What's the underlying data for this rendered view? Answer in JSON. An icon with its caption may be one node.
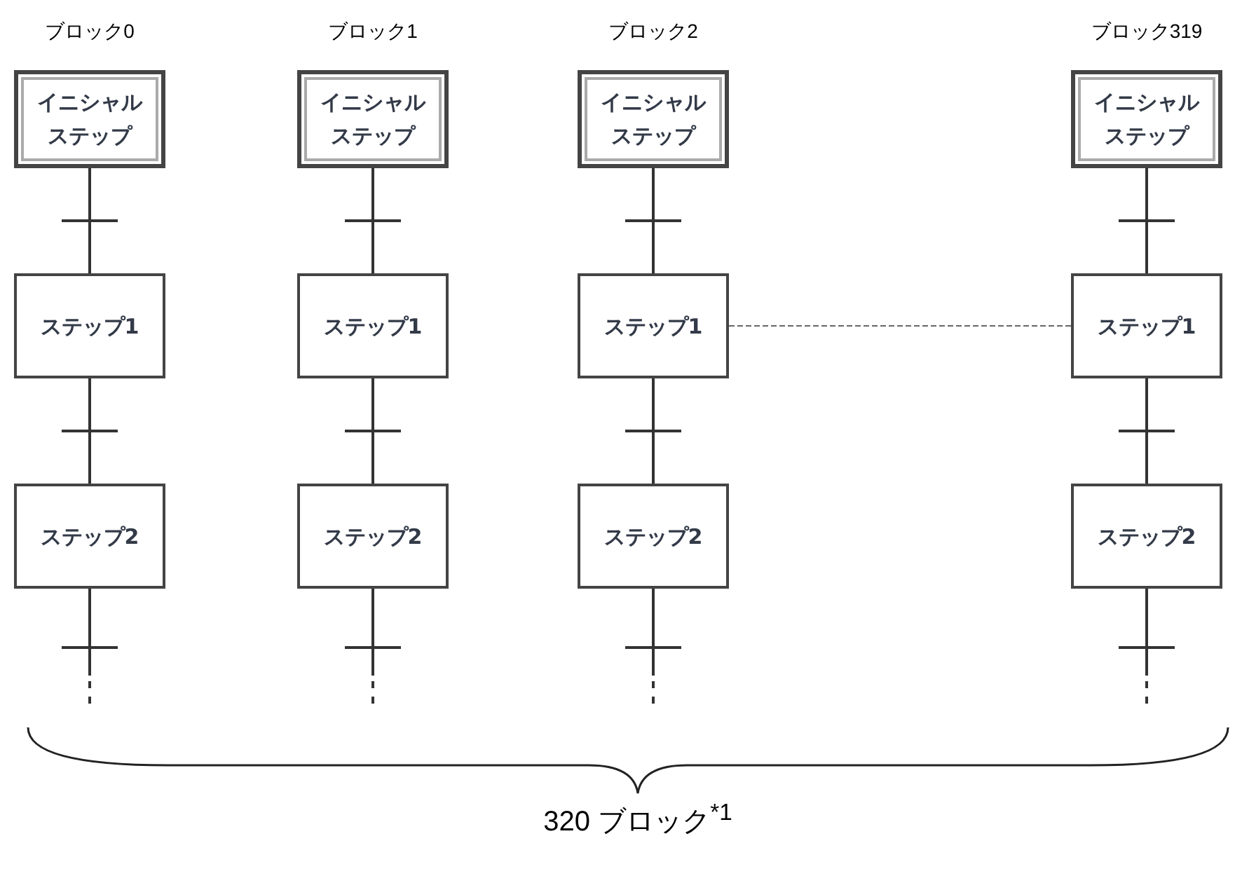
{
  "diagram": {
    "nodes": [
      {
        "text": [
          "イニシャルステップ"
        ]
      },
      {
        "text": [
          "ステップ1"
        ]
      },
      {
        "text": [
          "ステップ2"
        ]
      },
      {
        "text": [
          "イニシャルステップ"
        ]
      },
      {
        "text": [
          "ステップ1"
        ]
      },
      {
        "text": [
          "ステップ2"
        ]
      },
      {
        "text": [
          "イニシャルステップ"
        ]
      },
      {
        "text": [
          "ステップ1"
        ]
      },
      {
        "text": [
          "ステップ2"
        ]
      },
      {
        "text": [
          "イニシャルステップ"
        ]
      },
      {
        "text": [
          "ステップ1"
        ]
      },
      {
        "text": [
          "ステップ2"
        ]
      }
    ],
    "edges": [
      {
        "from": 0,
        "to": 1,
        "arrow": "none"
      },
      {
        "from": 1,
        "to": 2,
        "arrow": "none"
      },
      {
        "from": 2,
        "to": null,
        "arrow": "none"
      },
      {
        "from": 3,
        "to": 4,
        "arrow": "none"
      },
      {
        "from": 4,
        "to": 5,
        "arrow": "none"
      },
      {
        "from": 5,
        "to": null,
        "arrow": "none"
      },
      {
        "from": 6,
        "to": 7,
        "arrow": "none"
      },
      {
        "from": 7,
        "to": 8,
        "arrow": "none"
      },
      {
        "from": 8,
        "to": null,
        "arrow": "none"
      },
      {
        "from": 9,
        "to": 10,
        "arrow": "none"
      },
      {
        "from": 10,
        "to": 11,
        "arrow": "none"
      },
      {
        "from": 11,
        "to": null,
        "arrow": "none"
      },
      {
        "from": 7,
        "to": 10,
        "arrow": "none",
        "style": "dashed",
        "color": "#666666"
      }
    ],
    "labels": [
      "ブロック0",
      "ブロック1",
      "ブロック2",
      "ブロック319",
      "320 ブロック$^{*1}$"
    ]
  }
}
